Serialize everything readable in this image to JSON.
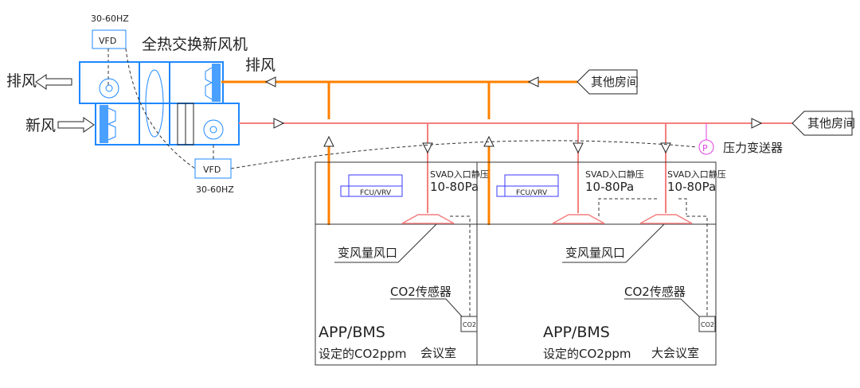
{
  "title": "全热交换新风机",
  "vfd": {
    "label": "VFD",
    "freq": "30-60HZ"
  },
  "exhaust_label": "排风",
  "fresh_label": "新风",
  "duct_exhaust_label": "排风",
  "other_rooms": "其他房间",
  "pressure_sensor": {
    "symbol": "P",
    "label": "压力变送器"
  },
  "fcu_label": "FCU/VRV",
  "svad_label": "SVAD入口静压",
  "svad_range": "10-80Pa",
  "diffuser_label": "变风量风口",
  "co2_sensor_label": "CO2传感器",
  "co2_box": "CO2",
  "rooms": [
    {
      "app": "APP/BMS",
      "setpoint": "设定的CO2ppm",
      "name": "会议室"
    },
    {
      "app": "APP/BMS",
      "setpoint": "设定的CO2ppm",
      "name": "大会议室"
    }
  ],
  "colors": {
    "exhaust_duct": "#ff8000",
    "supply_duct": "#f47f7f",
    "equipment": "#1e88ff",
    "sensor": "#e040e0"
  }
}
